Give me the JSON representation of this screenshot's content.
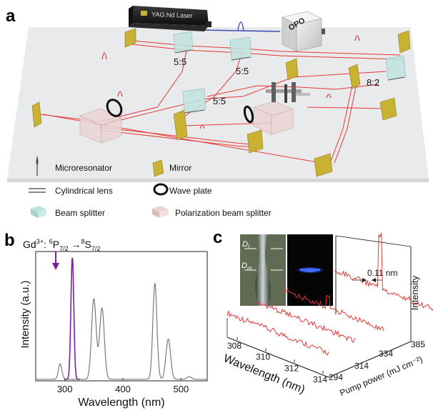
{
  "panels": {
    "a": {
      "letter": "a",
      "laser_label": "YAG:Nd Laser",
      "opo_label": "OPO",
      "ratio_labels": [
        "5:5",
        "5:5",
        "5:5",
        "8:2"
      ],
      "legend": [
        {
          "label": "Microresonator",
          "icon": "microresonator-icon"
        },
        {
          "label": "Mirror",
          "icon": "mirror-icon"
        },
        {
          "label": "Cylindrical lens",
          "icon": "cylindrical-lens-icon"
        },
        {
          "label": "Wave plate",
          "icon": "wave-plate-icon"
        },
        {
          "label": "Beam splitter",
          "icon": "beam-splitter-icon"
        },
        {
          "label": "Polarization beam splitter",
          "icon": "polarization-beam-splitter-icon"
        }
      ],
      "colors": {
        "beam_red": "#e53935",
        "beam_blue": "#3f51b5",
        "mirror_yellow": "#c9b233",
        "splitter_teal": "#bfe3df",
        "pbs_pink": "#ead4d4"
      }
    },
    "b": {
      "letter": "b",
      "annotation": {
        "ion": "Gd",
        "charge": "3+",
        "lower_sup": "6",
        "lower_letter": "P",
        "lower_sub": "7/2",
        "upper_sup": "8",
        "upper_letter": "S",
        "upper_sub": "7/2"
      }
    },
    "c": {
      "letter": "c",
      "inset_labels": {
        "d_l": "D",
        "d_l_sub": "l",
        "d_m": "D",
        "d_m_sub": "m"
      },
      "linewidth_label": "0.11 nm"
    }
  },
  "chart_data": [
    {
      "type": "line",
      "panel": "b",
      "title": "",
      "xlabel": "Wavelength (nm)",
      "ylabel": "Intensity (a.u.)",
      "xlim": [
        250,
        545
      ],
      "x_ticks": [
        300,
        400,
        500
      ],
      "grid": false,
      "series": [
        {
          "color": "#7a7a7a",
          "peaks": [
            {
              "center": 292,
              "height": 0.12,
              "width": 3
            },
            {
              "center": 350,
              "height": 0.62,
              "width": 4
            },
            {
              "center": 364,
              "height": 0.55,
              "width": 4
            },
            {
              "center": 455,
              "height": 0.74,
              "width": 3.5
            },
            {
              "center": 478,
              "height": 0.31,
              "width": 4
            },
            {
              "center": 514,
              "height": 0.02,
              "width": 4
            }
          ]
        },
        {
          "color": "#7b1fa2",
          "peaks": [
            {
              "center": 313,
              "height": 0.94,
              "width": 2.5
            }
          ]
        }
      ]
    },
    {
      "type": "line",
      "panel": "c",
      "title": "",
      "xlabel": "Wavelength (nm)",
      "ylabel": "Intensity",
      "zlabel": "Pump power (mJ cm⁻²)",
      "x_ticks": [
        308,
        310,
        312,
        314
      ],
      "pump_ticks": [
        294,
        314,
        334,
        385
      ],
      "grid": false,
      "series_pump": [
        294,
        314,
        334,
        385
      ],
      "series_color": "#e53935",
      "peak_wavelength": 313
    }
  ]
}
